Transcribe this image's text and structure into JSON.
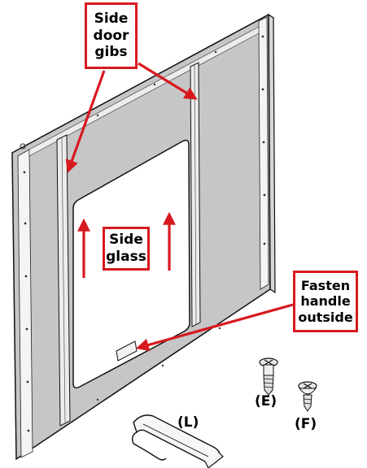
{
  "callouts": {
    "side_door_gibs": "Side\ndoor\ngibs",
    "side_glass": "Side\nglass",
    "fasten_handle": "Fasten\nhandle\noutside"
  },
  "parts": {
    "screw_e": "(E)",
    "screw_f": "(F)",
    "handle_l": "(L)"
  },
  "colors": {
    "accent": "#d7191f",
    "panel": "#c6c6c6",
    "glass": "#ffffff",
    "outline": "#111111"
  }
}
